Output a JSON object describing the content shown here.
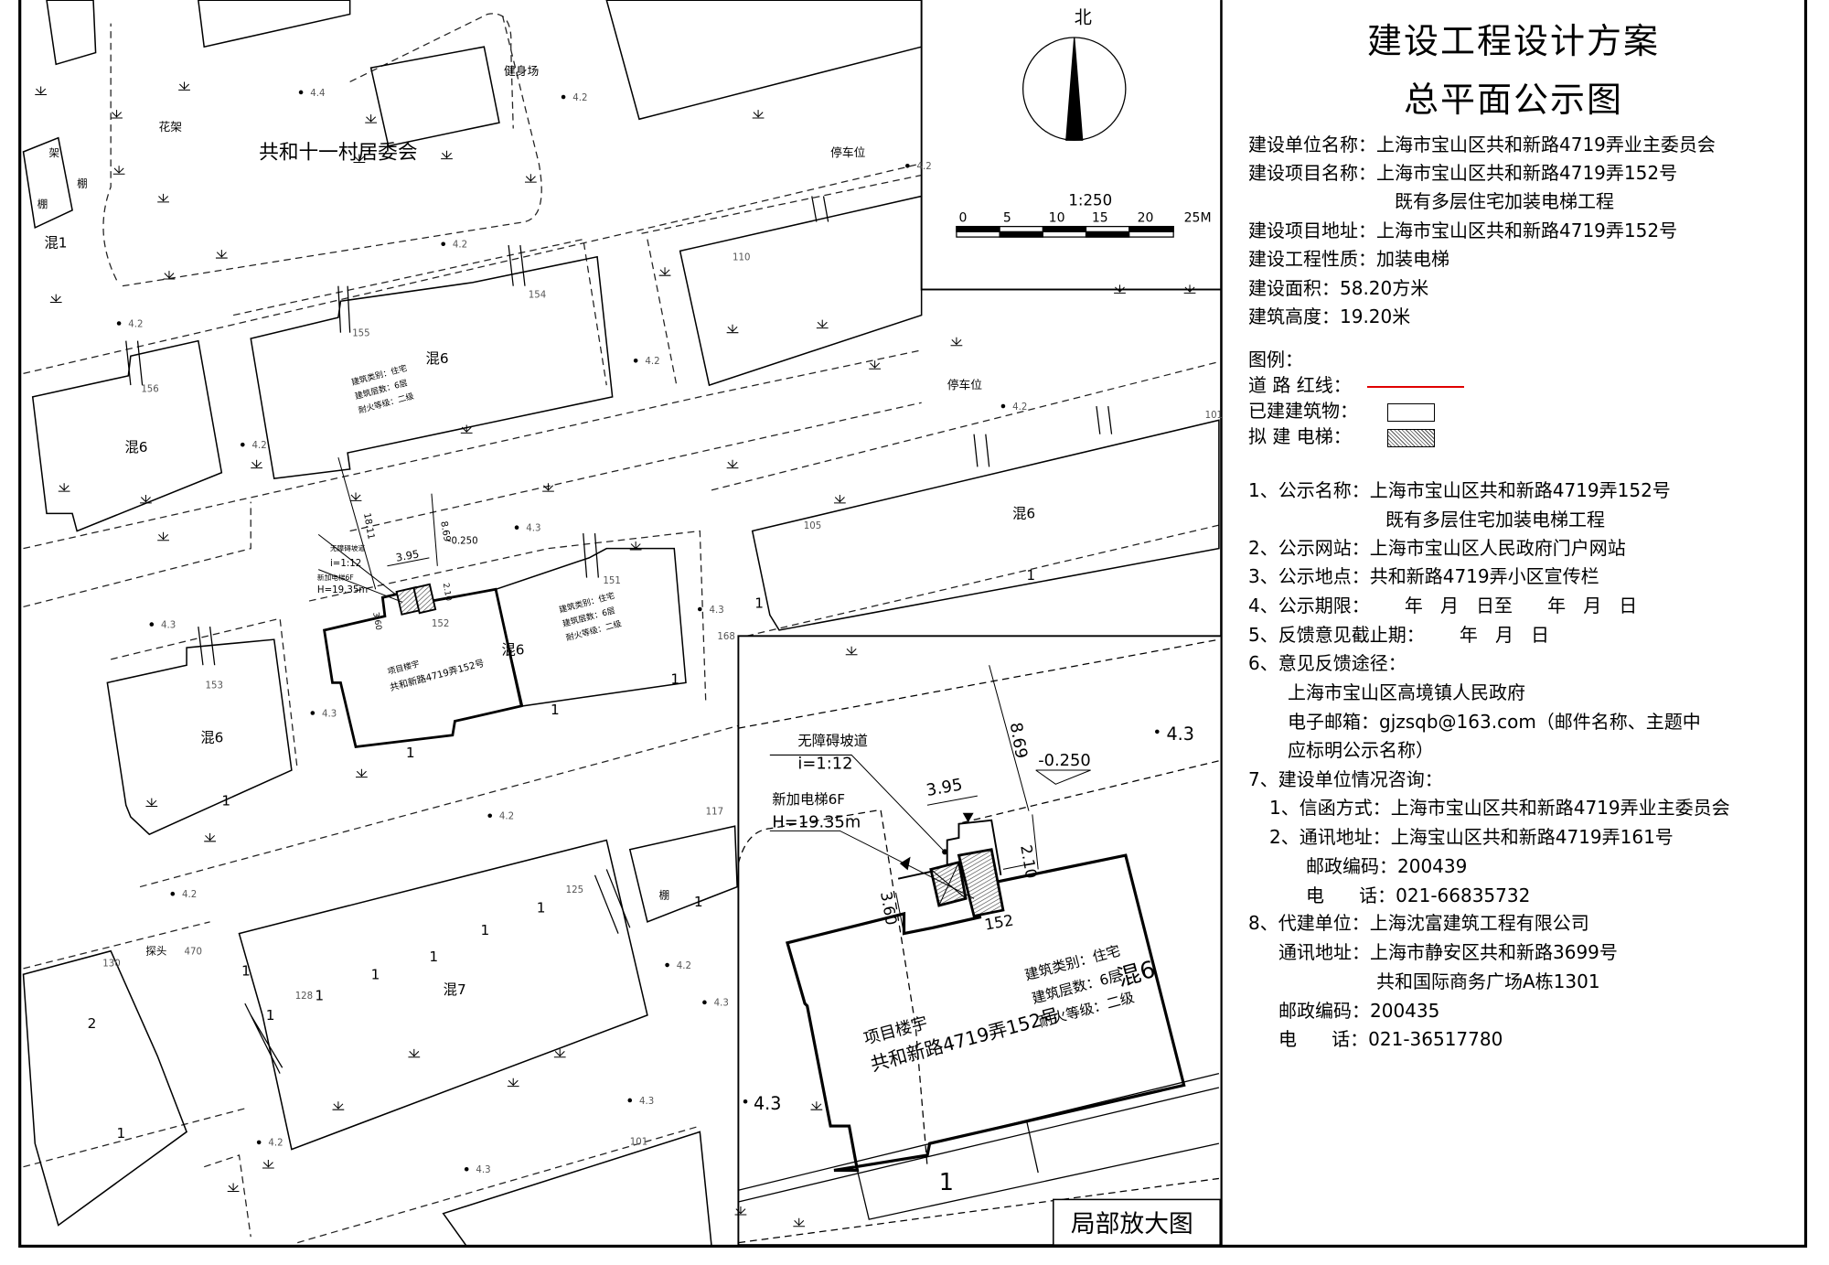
{
  "title": {
    "line1": "建设工程设计方案",
    "line2": "总平面公示图"
  },
  "project_info": [
    "建设单位名称：上海市宝山区共和新路4719弄业主委员会",
    "建设项目名称：上海市宝山区共和新路4719弄152号",
    "既有多层住宅加装电梯工程",
    "建设项目地址：上海市宝山区共和新路4719弄152号",
    "建设工程性质：加装电梯",
    "建设面积：58.20方米",
    "建筑高度：19.20米"
  ],
  "legend": {
    "heading": "图例：",
    "road_red_line": "道 路 红线：",
    "existing_building": "已建建筑物：",
    "proposed_elevator": "拟 建 电梯：",
    "red_line_color": "#e00000"
  },
  "notice": [
    "1、公示名称：上海市宝山区共和新路4719弄152号",
    "既有多层住宅加装电梯工程",
    "2、公示网站：上海市宝山区人民政府门户网站",
    "3、公示地点：共和新路4719弄小区宣传栏",
    "4、公示期限：      年   月   日至      年   月   日",
    "5、反馈意见截止期：      年   月   日",
    "6、意见反馈途径：",
    "上海市宝山区高境镇人民政府",
    "电子邮箱：gjzsqb@163.com（邮件名称、主题中",
    "应标明公示名称）",
    "7、建设单位情况咨询：",
    "1、信函方式：上海市宝山区共和新路4719弄业主委员会",
    "2、通讯地址：上海宝山区共和新路4719弄161号",
    "邮政编码：200439",
    "电      话：021-66835732",
    "8、代建单位：上海沈富建筑工程有限公司",
    "通讯地址：上海市静安区共和新路3699号",
    "共和国际商务广场A栋1301",
    "邮政编码：200435",
    "电      话：021-36517780"
  ],
  "north": {
    "label": "北",
    "scale": "1:250",
    "scale_ticks": [
      "0",
      "5",
      "10",
      "15",
      "20",
      "25M"
    ]
  },
  "map": {
    "labels": [
      "共和十一村居委会",
      "花架",
      "健身场",
      "停车位",
      "停车位",
      "混6",
      "混6",
      "混6",
      "混6",
      "混6",
      "混7",
      "混1",
      "2",
      "1",
      "架",
      "棚",
      "棚",
      "棚",
      "探头"
    ],
    "numbers": [
      "156",
      "155",
      "154",
      "153",
      "151",
      "152",
      "168",
      "117",
      "125",
      "128",
      "130",
      "101",
      "105",
      "110",
      "470",
      "101"
    ],
    "elevations": [
      "4.4",
      "4.2",
      "4.2",
      "4.2",
      "4.2",
      "4.2",
      "4.3",
      "4.3",
      "4.3",
      "4.3",
      "4.2",
      "4.2",
      "4.2",
      "4.3",
      "4.3",
      "4.2",
      "4.3",
      "4.2",
      "4.2"
    ],
    "unit_one": "1",
    "small_building_info": [
      "建筑类别：住宅",
      "建筑层数：6层",
      "耐火等级：二级"
    ],
    "project": {
      "name": "项目楼宇",
      "address": "共和新路4719弄152号",
      "ramp": "无障碍坡道",
      "slope": "i=1:12",
      "elevator": "新加电梯6F",
      "height": "H=19.35m",
      "dim_width": "3.95",
      "dim_setback": "8.69",
      "dim_distance": "18.11",
      "dim_depth": "2.10",
      "dim_side": "3.60",
      "level": "-0.250",
      "number": "152"
    }
  },
  "inset": {
    "title": "局部放大图",
    "elevation": "4.3",
    "unit": "1",
    "structure": "混6"
  }
}
